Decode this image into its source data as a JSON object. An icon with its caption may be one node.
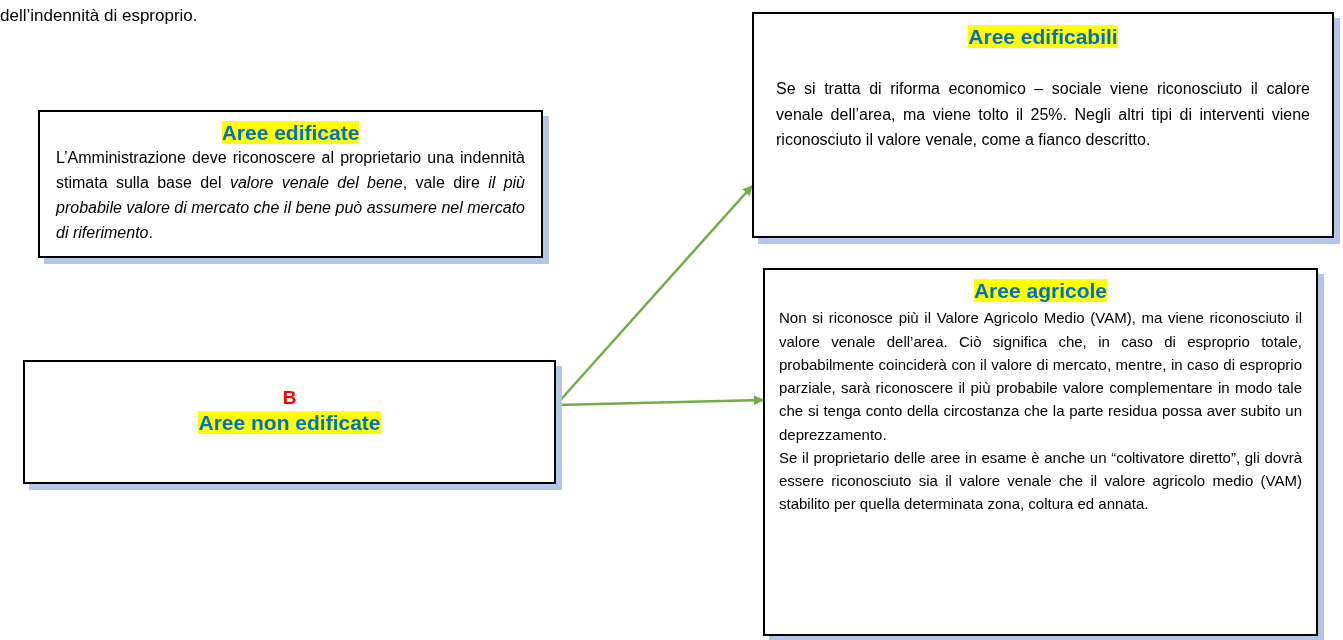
{
  "diagram": {
    "nodes": [
      {
        "text": [
          "Aree edificate",
          "L’Amministrazione deve riconoscere al proprietario una indennità stimata sulla base del *valore venale del bene*, vale dire *il più probabile valore di mercato che il bene può assumere nel mercato di riferimento*."
        ]
      },
      {
        "text": [
          "Aree edificabili",
          "Se si tratta di riforma economico – sociale viene riconosciuto il calore venale dell’area, ma viene tolto il 25%. Negli altri tipi di interventi viene riconosciuto il valore venale, come a fianco descritto."
        ]
      },
      {
        "text": [
          "B",
          "Aree non edificate"
        ]
      },
      {
        "text": [
          "Aree agricole",
          "Non si riconosce più il Valore Agricolo Medio (VAM), ma viene riconosciuto il valore venale dell’area. Ciò significa che, in caso di esproprio totale, probabilmente coinciderà con il valore di mercato, mentre, in caso di esproprio parziale, sarà riconoscere il più probabile valore complementare in modo tale che si tenga conto della circostanza che la parte residua possa aver subito un deprezzamento.",
          "Se il proprietario delle aree in esame è anche un “coltivatore diretto”, gli dovrà essere riconosciuto sia il valore venale che il valore agricolo medio (VAM) stabilito per quella determinata zona, coltura ed annata."
        ]
      }
    ],
    "edges": [
      {
        "from": 2,
        "to": 1,
        "arrow": "to"
      },
      {
        "from": 2,
        "to": 3,
        "arrow": "to"
      }
    ],
    "labels": [
      "dell’indennità di esproprio."
    ]
  }
}
